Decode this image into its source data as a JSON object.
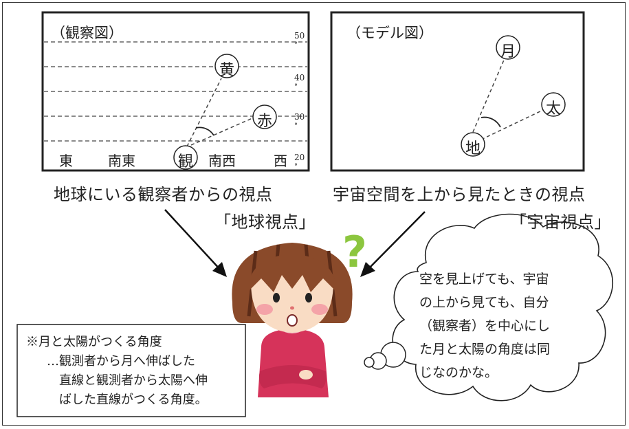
{
  "observation": {
    "title": "（観察図）",
    "altitudes": [
      "50",
      "40",
      "30",
      "20"
    ],
    "degree_sign": "°",
    "directions": [
      "東",
      "南東",
      "南西",
      "西"
    ],
    "markers": {
      "moon": "黄",
      "sun": "赤",
      "observer": "観"
    }
  },
  "model": {
    "title": "（モデル図）",
    "markers": {
      "moon": "月",
      "sun": "太",
      "earth": "地"
    }
  },
  "captions": {
    "earth_view_line1": "地球にいる観察者からの視点",
    "earth_view_line2": "「地球視点」",
    "space_view_line1": "宇宙空間を上から見たときの視点",
    "space_view_line2": "「宇宙視点」"
  },
  "note": {
    "line1": "※月と太陽がつくる角度",
    "line2": "…観測者から月へ伸ばした",
    "line3": "直線と観測者から太陽へ伸",
    "line4": "ばした直線がつくる角度。"
  },
  "thought": {
    "line1": "空を見上げても、宇宙",
    "line2": "の上から見ても、自分",
    "line3": "（観察者）を中心にし",
    "line4": "た月と太陽の角度は同",
    "line5": "じなのかな。"
  },
  "question_mark": "?",
  "colors": {
    "question_mark": "#8cc63f",
    "hair": "#8a4a2a",
    "sweater": "#d6335a",
    "skin": "#f9dcc4"
  }
}
